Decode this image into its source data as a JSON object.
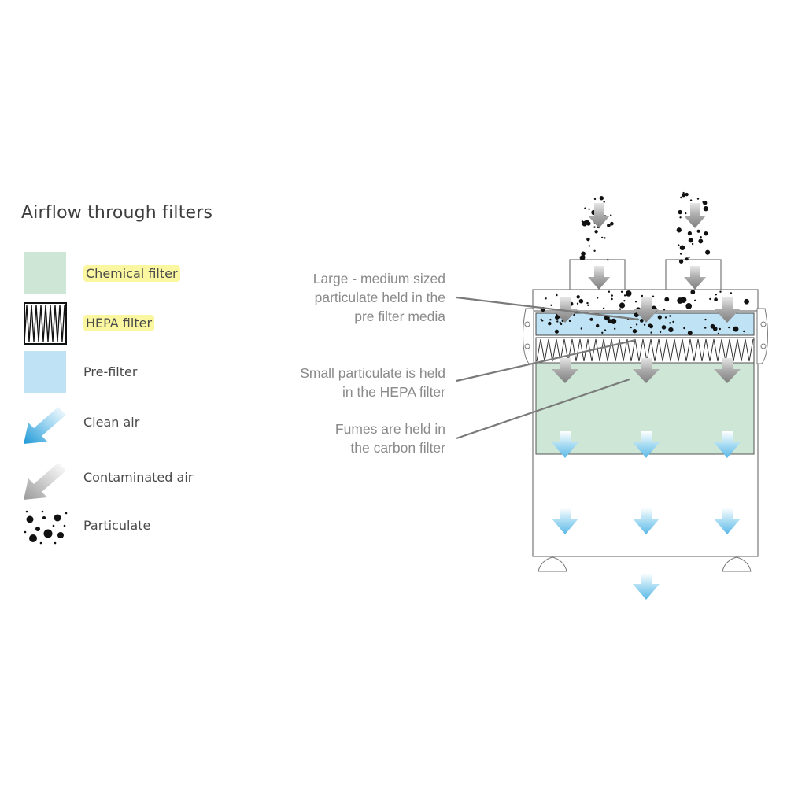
{
  "title": "Airflow through filters",
  "legend": {
    "chemical": "Chemical filter",
    "hepa": "HEPA filter",
    "prefilter": "Pre-filter",
    "clean": "Clean air",
    "contaminated": "Contaminated air",
    "particulate": "Particulate"
  },
  "callouts": {
    "prefilter_line1": "Large - medium sized",
    "prefilter_line2": "particulate held in the",
    "prefilter_line3": "pre filter media",
    "hepa_line1": "Small particulate is held",
    "hepa_line2": "in the HEPA filter",
    "carbon_line1": "Fumes are held in",
    "carbon_line2": "the carbon filter"
  },
  "colors": {
    "chemical": "#cde6d6",
    "prefilter": "#bfe3f5",
    "highlight": "#fbf7a0",
    "text": "#4a4a4a",
    "callout_text": "#8a8a8a"
  }
}
